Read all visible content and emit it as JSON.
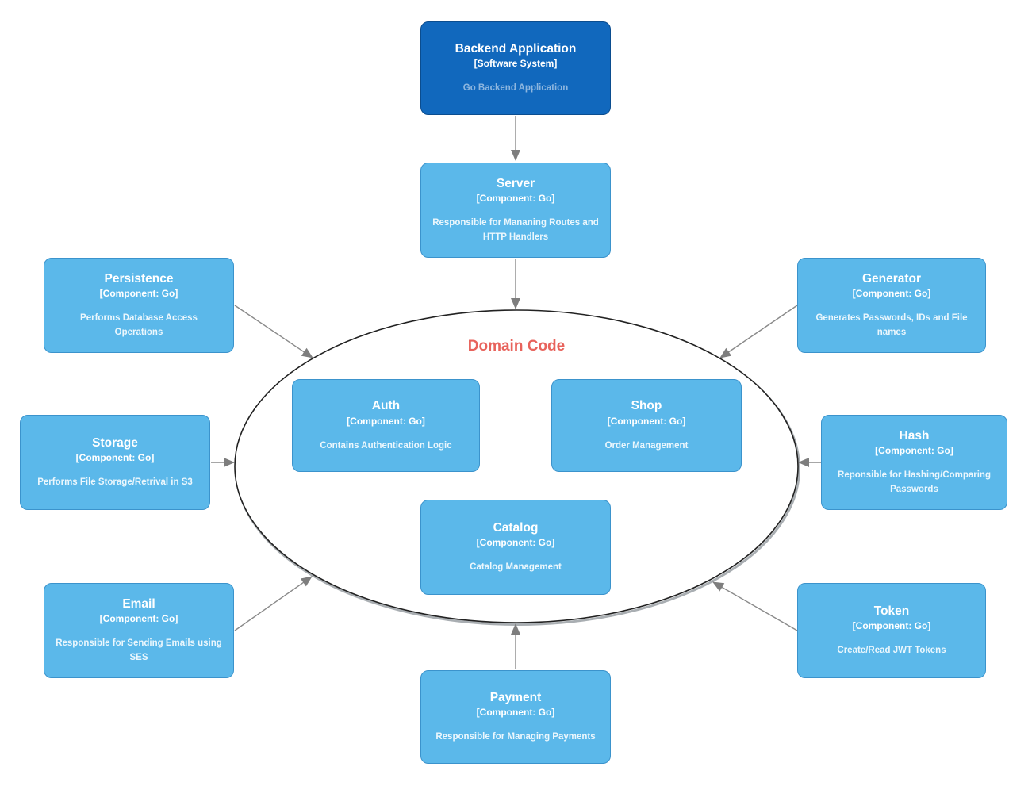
{
  "diagram": {
    "group_title": "Domain Code",
    "colors": {
      "software_system_fill": "#1168bd",
      "software_system_border": "#0b4d8f",
      "component_fill": "#5bb8ea",
      "component_border": "#3b93cc",
      "group_title_color": "#e8635c",
      "arrow_color": "#8a8a8a",
      "ellipse_stroke": "#222222",
      "ellipse_shadow": "#9aa0a5"
    },
    "nodes": {
      "backend": {
        "title": "Backend Application",
        "subtitle": "[Software System]",
        "description": "Go Backend Application"
      },
      "server": {
        "title": "Server",
        "subtitle": "[Component: Go]",
        "description": "Responsible for Mananing Routes and HTTP Handlers"
      },
      "persistence": {
        "title": "Persistence",
        "subtitle": "[Component: Go]",
        "description": "Performs Database Access Operations"
      },
      "generator": {
        "title": "Generator",
        "subtitle": "[Component: Go]",
        "description": "Generates Passwords, IDs and File names"
      },
      "storage": {
        "title": "Storage",
        "subtitle": "[Component: Go]",
        "description": "Performs File Storage/Retrival in S3"
      },
      "hash": {
        "title": "Hash",
        "subtitle": "[Component: Go]",
        "description": "Reponsible for Hashing/Comparing Passwords"
      },
      "email": {
        "title": "Email",
        "subtitle": "[Component: Go]",
        "description": "Responsible for Sending Emails using SES"
      },
      "token": {
        "title": "Token",
        "subtitle": "[Component: Go]",
        "description": "Create/Read JWT Tokens"
      },
      "payment": {
        "title": "Payment",
        "subtitle": "[Component: Go]",
        "description": "Responsible for Managing Payments"
      },
      "auth": {
        "title": "Auth",
        "subtitle": "[Component: Go]",
        "description": "Contains Authentication Logic"
      },
      "shop": {
        "title": "Shop",
        "subtitle": "[Component: Go]",
        "description": "Order Management"
      },
      "catalog": {
        "title": "Catalog",
        "subtitle": "[Component: Go]",
        "description": "Catalog Management"
      }
    }
  }
}
